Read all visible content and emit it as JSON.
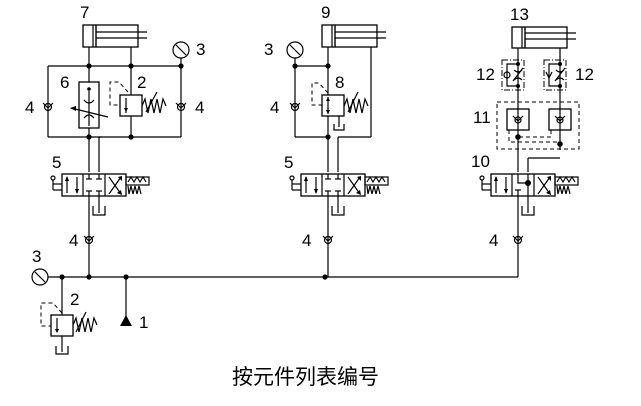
{
  "diagram": {
    "type": "hydraulic-circuit-schematic",
    "caption": "按元件列表编号",
    "labels": {
      "c7": "7",
      "c9": "9",
      "c13": "13",
      "g3a": "3",
      "g3b": "3",
      "g3c": "3",
      "r2a": "2",
      "r2b": "2",
      "r8": "8",
      "f6": "6",
      "k4a": "4",
      "k4b": "4",
      "k4c": "4",
      "k4d": "4",
      "k4e": "4",
      "k4f": "4",
      "v5a": "5",
      "v5b": "5",
      "v10": "10",
      "s11": "11",
      "t12a": "12",
      "t12b": "12",
      "p1": "1"
    },
    "components": [
      {
        "id": "1",
        "name": "pump"
      },
      {
        "id": "2",
        "name": "pressure relief valve"
      },
      {
        "id": "3",
        "name": "pressure gauge"
      },
      {
        "id": "4",
        "name": "check valve"
      },
      {
        "id": "5",
        "name": "3-position directional control valve"
      },
      {
        "id": "6",
        "name": "adjustable flow control valve"
      },
      {
        "id": "7",
        "name": "hydraulic cylinder"
      },
      {
        "id": "8",
        "name": "pressure reducing valve"
      },
      {
        "id": "9",
        "name": "hydraulic cylinder"
      },
      {
        "id": "10",
        "name": "3-position directional control valve"
      },
      {
        "id": "11",
        "name": "pilot-operated check valve pair"
      },
      {
        "id": "12",
        "name": "one-way throttle valve"
      },
      {
        "id": "13",
        "name": "hydraulic cylinder"
      }
    ]
  }
}
